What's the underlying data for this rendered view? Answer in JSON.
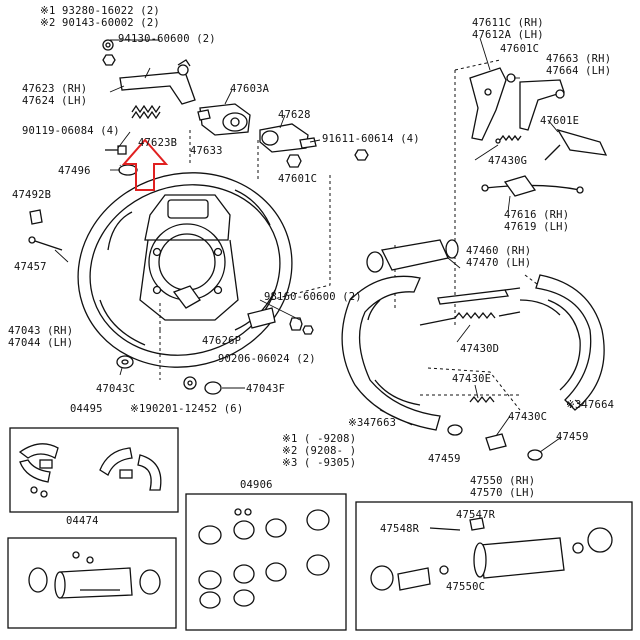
{
  "labels": {
    "p_93280": "※1 93280-16022 (2)",
    "p_90143": "※2 90143-60002 (2)",
    "p_94130": "94130-60600 (2)",
    "p_47623": "47623 (RH)",
    "p_47624": "47624 (LH)",
    "p_47603A": "47603A",
    "p_47628": "47628",
    "p_90119": "90119-06084 (4)",
    "p_47623B": "47623B",
    "p_47633": "47633",
    "p_91611": "91611-60614 (4)",
    "p_47496": "47496",
    "p_47601C": "47601C",
    "p_47492B": "47492B",
    "p_47457": "47457",
    "p_47043": "47043 (RH)",
    "p_47044": "47044 (LH)",
    "p_98160": "98160-60600 (2)",
    "p_47626P": "47626P",
    "p_90206": "90206-06024 (2)",
    "p_47043C": "47043C",
    "p_47043F": "47043F",
    "p_04495": "04495",
    "p_90201": "※190201-12452 (6)",
    "p_47611C": "47611C (RH)",
    "p_47612A": "47612A (LH)",
    "p_47601C_b": "47601C",
    "p_47663": "47663 (RH)",
    "p_47664": "47664 (LH)",
    "p_47601E": "47601E",
    "p_47430G": "47430G",
    "p_47616": "47616 (RH)",
    "p_47619": "47619 (LH)",
    "p_47460": "47460 (RH)",
    "p_47470": "47470 (LH)",
    "p_47430D": "47430D",
    "p_47430E": "47430E",
    "p_347663": "※347663",
    "p_347664": "※347664",
    "p_47430C": "47430C",
    "p_47459_a": "47459",
    "p_47459_b": "47459",
    "note_1": "※1 (     -9208)",
    "note_2": "※2 (9208-     )",
    "note_3": "※3 (     -9305)",
    "p_04906": "04906",
    "p_47550": "47550 (RH)",
    "p_47570": "47570 (LH)",
    "p_04474": "04474",
    "p_47547R": "47547R",
    "p_47548R": "47548R",
    "p_47550C": "47550C"
  },
  "colors": {
    "ink": "#111111",
    "highlight_arrow": "#e02020",
    "background": "#ffffff"
  }
}
